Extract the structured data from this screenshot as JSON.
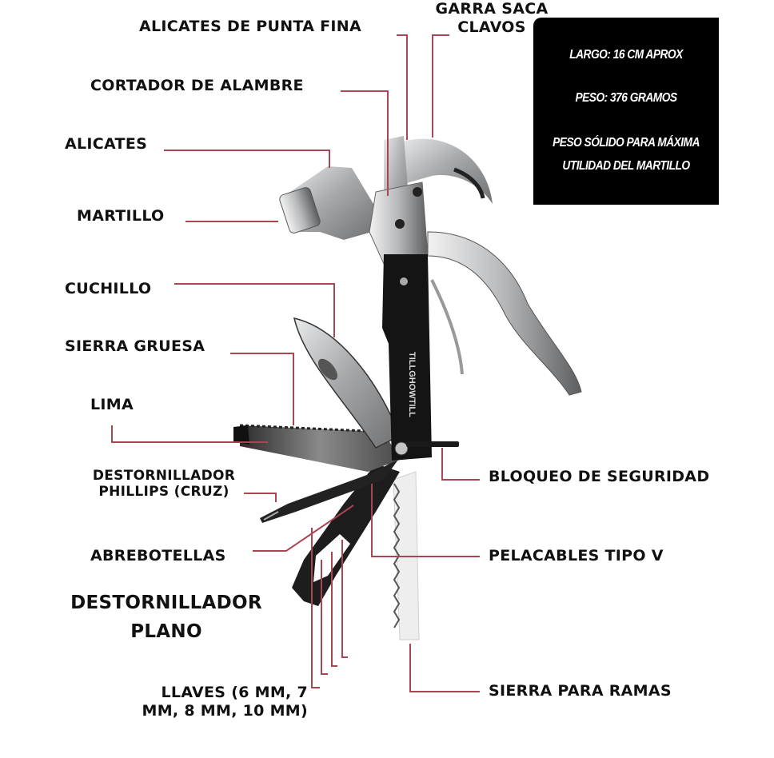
{
  "colors": {
    "leader_line": "#a94652",
    "label_text": "#111111",
    "spec_box_bg": "#000000",
    "spec_box_text": "#ffffff",
    "handle": "#141414",
    "steel": "#b9bbbd"
  },
  "spec_box": {
    "length": "LARGO: 16 CM APROX",
    "weight": "PESO: 376 GRAMOS",
    "note_line1": "PESO SÓLIDO PARA MÁXIMA",
    "note_line2": "UTILIDAD DEL MARTILLO"
  },
  "tool": {
    "brand_engraving": "TILLGHOWTILL"
  },
  "labels_left": [
    {
      "id": "alicates-punta-fina",
      "text": "ALICATES DE PUNTA FINA"
    },
    {
      "id": "cortador-alambre",
      "text": "CORTADOR DE ALAMBRE"
    },
    {
      "id": "alicates",
      "text": "ALICATES"
    },
    {
      "id": "martillo",
      "text": "MARTILLO"
    },
    {
      "id": "cuchillo",
      "text": "CUCHILLO"
    },
    {
      "id": "sierra-gruesa",
      "text": "SIERRA GRUESA"
    },
    {
      "id": "lima",
      "text": "LIMA"
    },
    {
      "id": "destornillador-phillips",
      "line1": "DESTORNILLADOR",
      "line2": "PHILLIPS (CRUZ)"
    },
    {
      "id": "abrebotellas",
      "text": "ABREBOTELLAS"
    },
    {
      "id": "destornillador-plano",
      "line1": "DESTORNILLADOR",
      "line2": "PLANO"
    },
    {
      "id": "llaves",
      "line1": "LLAVES (6 MM, 7",
      "line2": "MM, 8 MM, 10 MM)"
    }
  ],
  "labels_top": [
    {
      "id": "garra-saca-clavos",
      "line1": "GARRA SACA",
      "line2": "CLAVOS"
    }
  ],
  "labels_right": [
    {
      "id": "bloqueo-seguridad",
      "text": "BLOQUEO DE SEGURIDAD"
    },
    {
      "id": "pelacables",
      "text": "PELACABLES TIPO V"
    },
    {
      "id": "sierra-ramas",
      "text": "SIERRA PARA RAMAS"
    }
  ]
}
